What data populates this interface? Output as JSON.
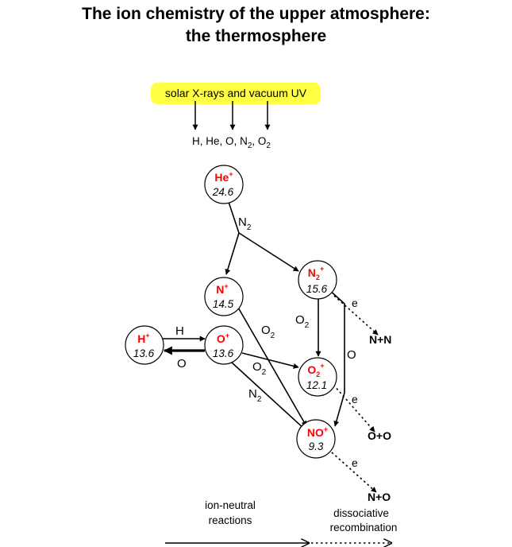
{
  "title": {
    "line1": "The ion chemistry of the upper atmosphere:",
    "line2": "the thermosphere"
  },
  "source": {
    "label": "solar X-rays and vacuum UV",
    "highlight_color": "#ffff44",
    "neutrals": {
      "h": "H",
      "he": "He",
      "o": "O",
      "n": "N",
      "n_sub": "2",
      "o2": "O",
      "o2_sub": "2"
    }
  },
  "colors": {
    "ion_label": "#ff0000",
    "line": "#000000"
  },
  "ions": {
    "he": {
      "base": "He",
      "sup": "+",
      "value": "24.6"
    },
    "n": {
      "base": "N",
      "sup": "+",
      "value": "14.5"
    },
    "n2": {
      "base": "N",
      "sub": "2",
      "sup": "+",
      "value": "15.6"
    },
    "h": {
      "base": "H",
      "sup": "+",
      "value": "13.6"
    },
    "o": {
      "base": "O",
      "sup": "+",
      "value": "13.6"
    },
    "o2": {
      "base": "O",
      "sub": "2",
      "sup": "+",
      "value": "12.1"
    },
    "no": {
      "base": "NO",
      "sup": "+",
      "value": "9.3"
    }
  },
  "reactants": {
    "he_n2": {
      "base": "N",
      "sub": "2"
    },
    "n_o2": {
      "base": "O",
      "sub": "2"
    },
    "n2_o2": {
      "base": "O",
      "sub": "2"
    },
    "n2_o": "O",
    "h_to_o": "H",
    "o_to_h": "O",
    "o_o2": {
      "base": "O",
      "sub": "2"
    },
    "o_n2": {
      "base": "N",
      "sub": "2"
    }
  },
  "recombination": {
    "electron": "e",
    "n2_products": "N+N",
    "o2_products": "O+O",
    "no_products": "N+O"
  },
  "legend": {
    "solid_line1": "ion-neutral",
    "solid_line2": "reactions",
    "dotted_line1": "dissociative",
    "dotted_line2": "recombination"
  }
}
